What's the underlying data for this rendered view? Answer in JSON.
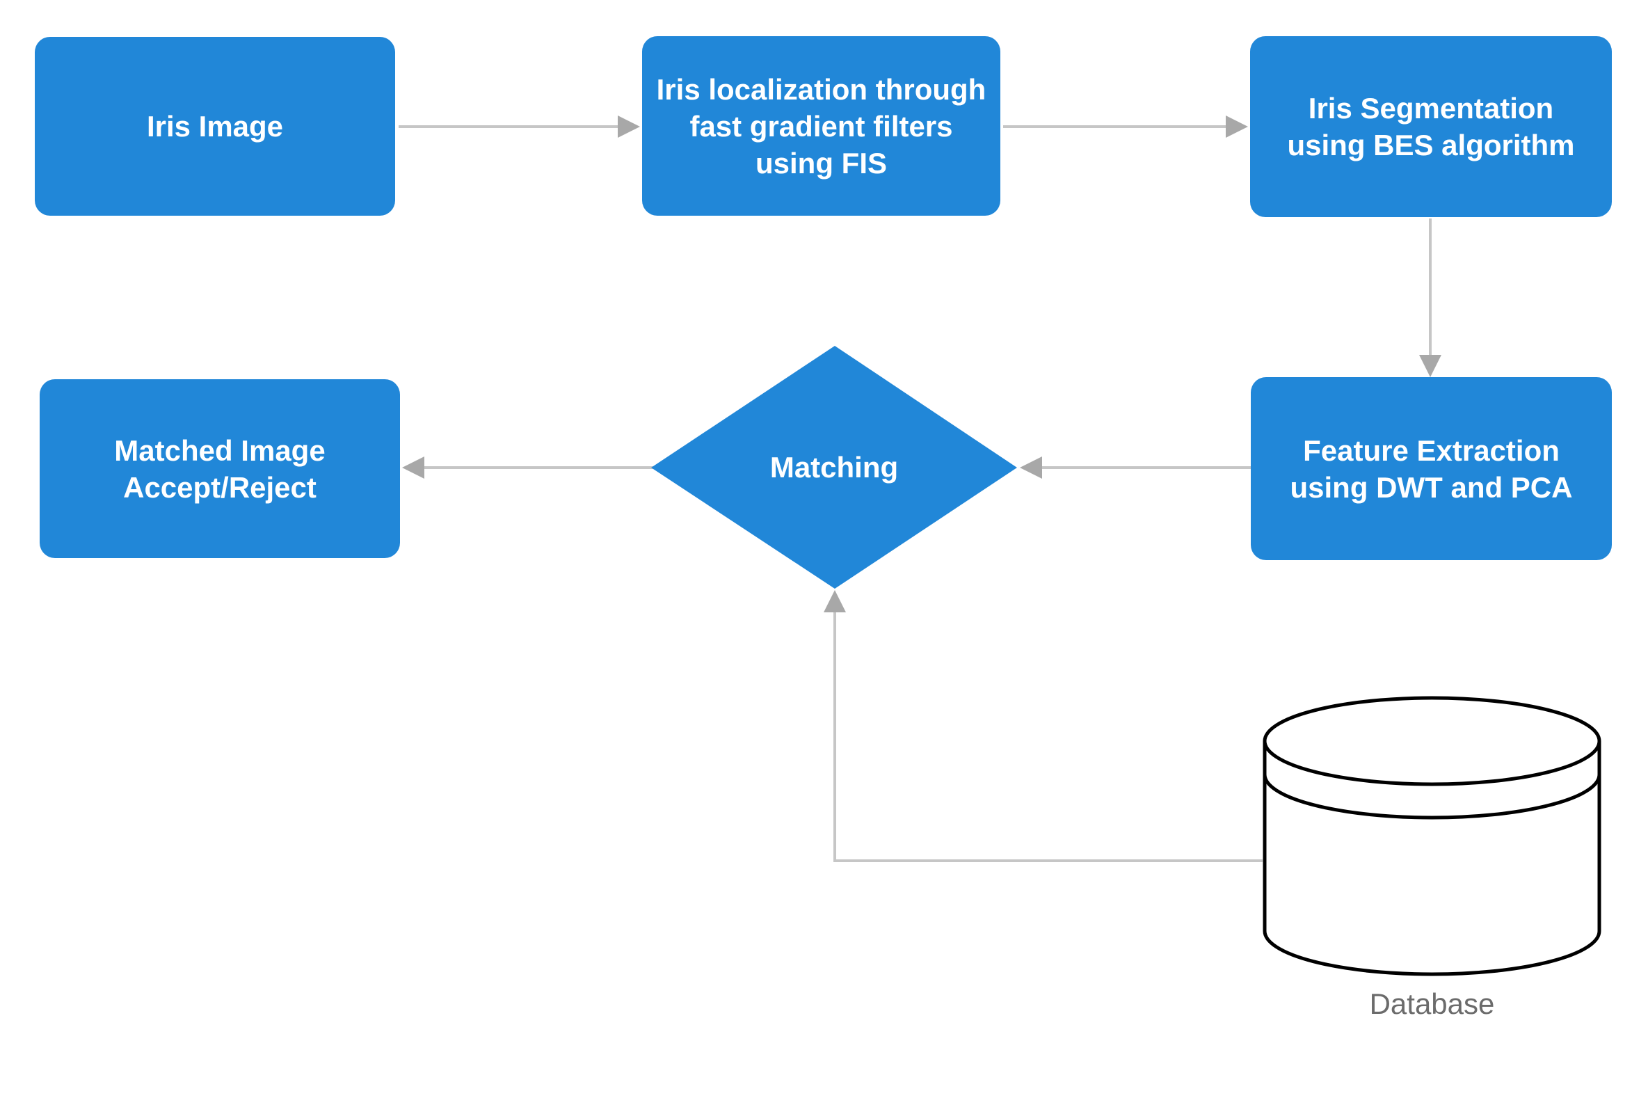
{
  "diagram": {
    "type": "flowchart",
    "nodes": [
      {
        "id": "iris-image",
        "shape": "rounded-rect",
        "lines": [
          "Iris Image"
        ]
      },
      {
        "id": "iris-localization",
        "shape": "rounded-rect",
        "lines": [
          "Iris localization through",
          "fast gradient filters",
          "using FIS"
        ]
      },
      {
        "id": "iris-segmentation",
        "shape": "rounded-rect",
        "lines": [
          "Iris Segmentation",
          "using BES algorithm"
        ]
      },
      {
        "id": "feature-extraction",
        "shape": "rounded-rect",
        "lines": [
          "Feature Extraction",
          "using DWT and PCA"
        ]
      },
      {
        "id": "matching",
        "shape": "diamond",
        "lines": [
          "Matching"
        ]
      },
      {
        "id": "matched-image",
        "shape": "rounded-rect",
        "lines": [
          "Matched Image",
          "Accept/Reject"
        ]
      },
      {
        "id": "database",
        "shape": "cylinder",
        "lines": [
          "Database"
        ]
      }
    ],
    "edges": [
      {
        "from": "iris-image",
        "to": "iris-localization",
        "direction": "right"
      },
      {
        "from": "iris-localization",
        "to": "iris-segmentation",
        "direction": "right"
      },
      {
        "from": "iris-segmentation",
        "to": "feature-extraction",
        "direction": "down"
      },
      {
        "from": "feature-extraction",
        "to": "matching",
        "direction": "left"
      },
      {
        "from": "matching",
        "to": "matched-image",
        "direction": "left"
      },
      {
        "from": "database",
        "to": "matching",
        "direction": "left-then-up"
      }
    ],
    "colors": {
      "node_fill": "#2187d8",
      "node_text": "#ffffff",
      "connector": "#c6c6c6",
      "arrowhead": "#a8a8a8",
      "cylinder_fill": "#ffffff",
      "cylinder_stroke": "#000000",
      "caption_text": "#6b6b6b",
      "background": "#ffffff"
    }
  }
}
